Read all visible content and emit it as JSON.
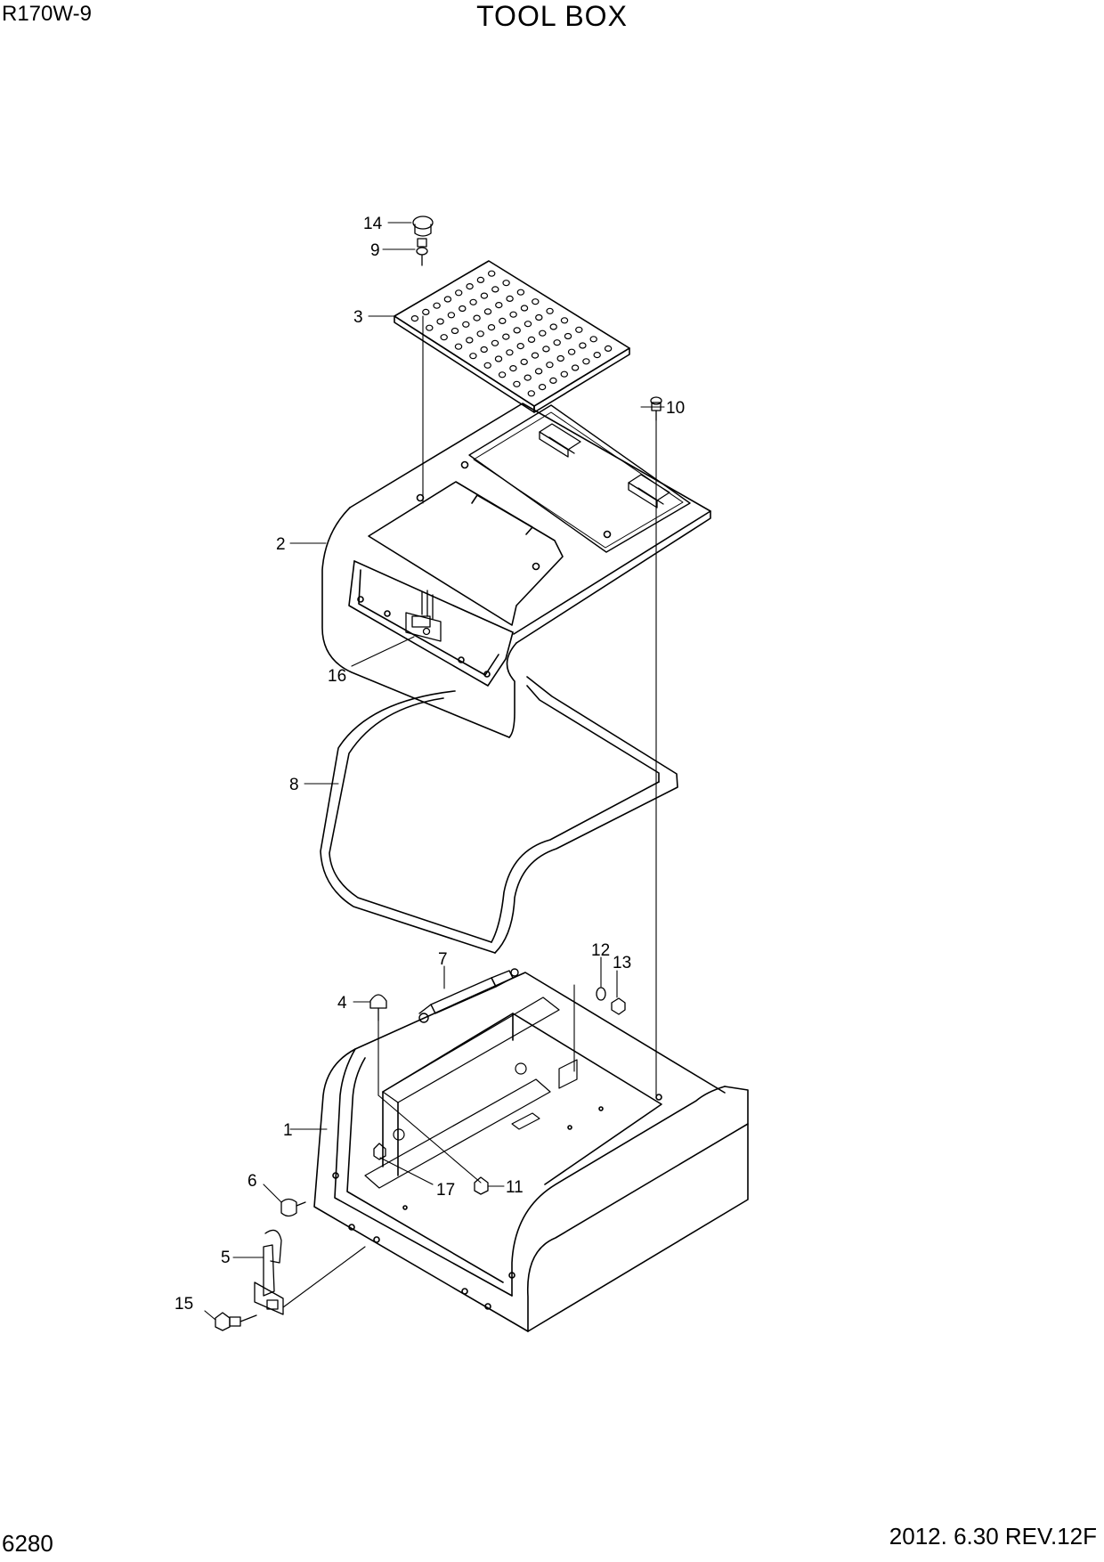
{
  "header": {
    "model": "R170W-9",
    "title": "TOOL BOX"
  },
  "footer": {
    "page_number": "6280",
    "revision": "2012. 6.30  REV.12F"
  },
  "callouts": [
    "1",
    "2",
    "3",
    "4",
    "5",
    "6",
    "7",
    "8",
    "9",
    "10",
    "11",
    "12",
    "13",
    "14",
    "15",
    "16",
    "17"
  ]
}
